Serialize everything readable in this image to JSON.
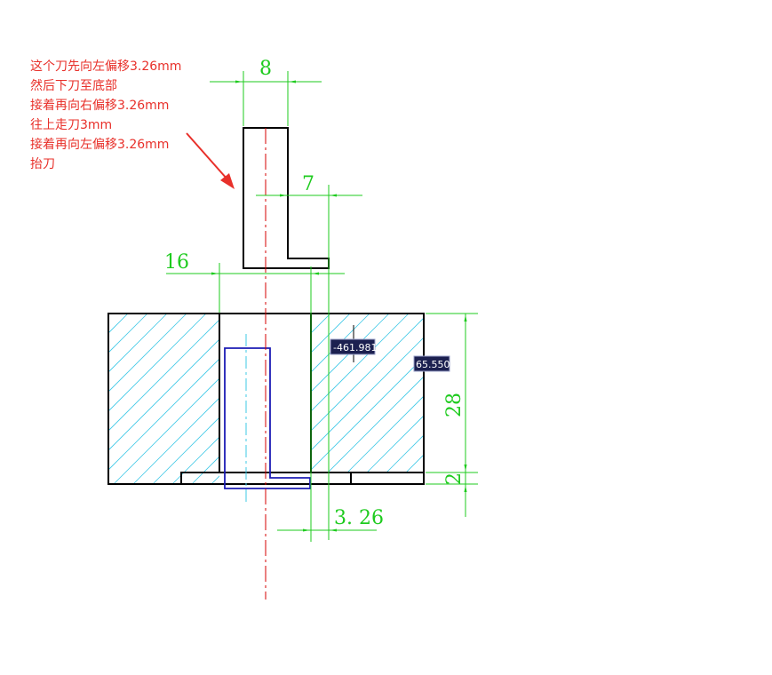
{
  "annotation": {
    "lines": [
      "这个刀先向左偏移3.26mm",
      "然后下刀至底部",
      "接着再向右偏移3.26mm",
      "往上走刀3mm",
      "接着再向左偏移3.26mm",
      "抬刀"
    ]
  },
  "dimensions": {
    "width_8": "8",
    "width_7": "7",
    "width_16": "16",
    "height_28": "28",
    "height_2": "2",
    "offset_326": "3. 26"
  },
  "readouts": {
    "coord_1": "-461.981",
    "coord_2": "65.550"
  },
  "colors": {
    "outline": "#000000",
    "dimension": "#1ecb1e",
    "centerline": "#d40000",
    "hatch": "#3cc8e6",
    "toolpath": "#1c1cb4",
    "annotation": "#e8302a"
  }
}
